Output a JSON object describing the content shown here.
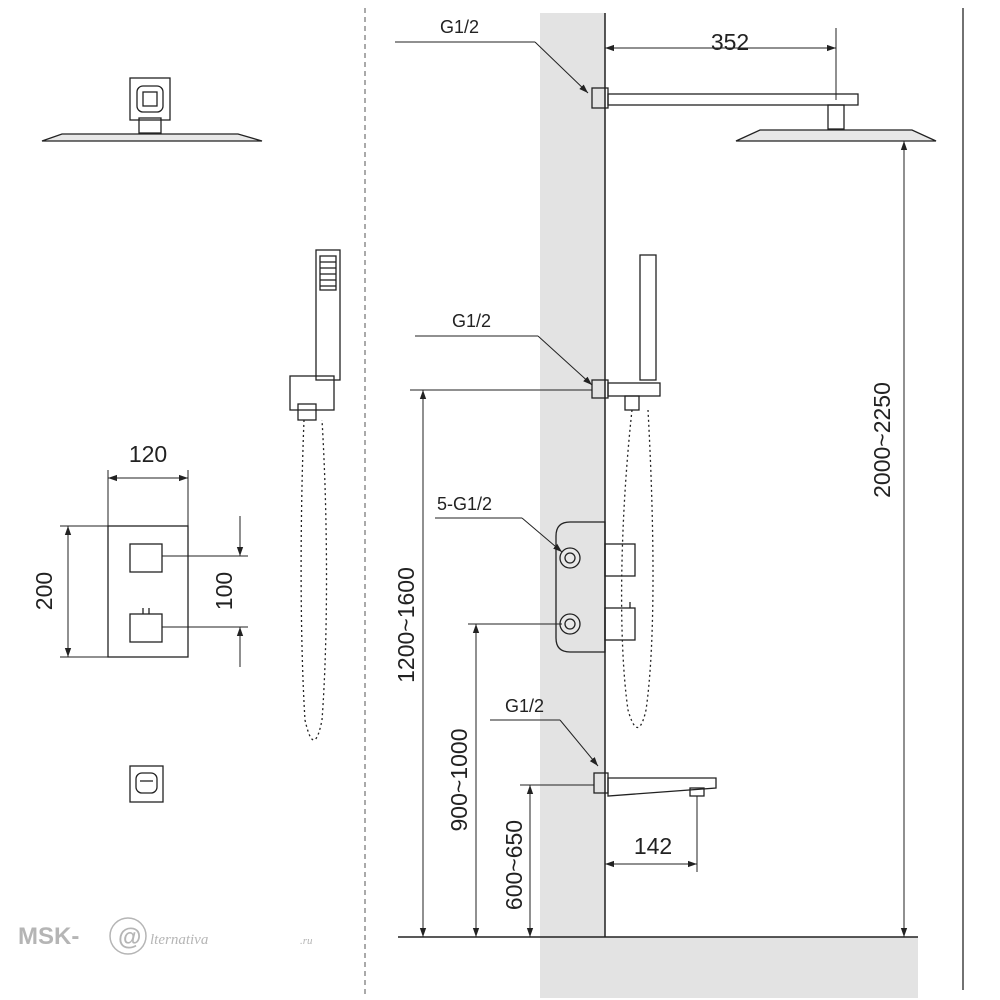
{
  "connections": {
    "top_inlet": "G1/2",
    "hand_shower_inlet": "G1/2",
    "mixer_ports": "5-G1/2",
    "spout_inlet": "G1/2"
  },
  "dimensions": {
    "arm_length": "352",
    "panel_width": "120",
    "panel_height": "200",
    "knob_spacing": "100",
    "overhead_height": "2000~2250",
    "hand_shower_height": "1200~1600",
    "mixer_height": "900~1000",
    "spout_height": "600~650",
    "spout_projection": "142"
  },
  "watermark": {
    "brand": "MSK-",
    "at_sign": "@",
    "suffix": "lternativa",
    "domain": ".ru"
  },
  "colors": {
    "line": "#222222",
    "wall": "#e3e3e3",
    "watermark": "#b5b5b5"
  }
}
